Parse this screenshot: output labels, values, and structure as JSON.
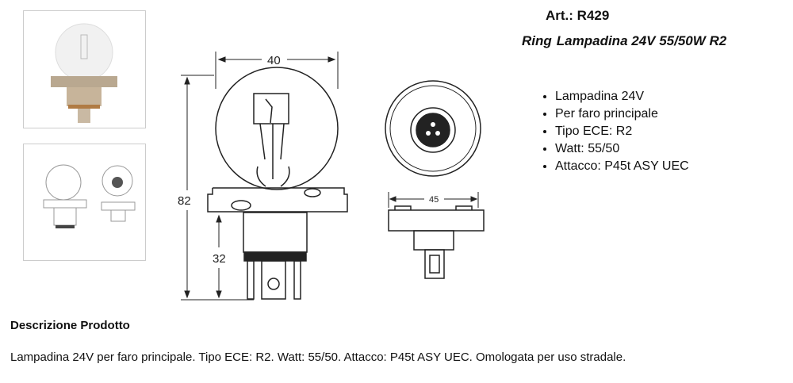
{
  "product": {
    "article_label": "Art.: R429",
    "brand": "Ring",
    "name": "Lampadina 24V 55/50W R2",
    "features": [
      "Lampadina 24V",
      "Per faro principale",
      "Tipo ECE: R2",
      "Watt: 55/50",
      "Attacco: P45t ASY UEC"
    ]
  },
  "drawing": {
    "width_label": "40",
    "height_label": "82",
    "base_label": "32",
    "flange_label": "45"
  },
  "description": {
    "heading": "Descrizione Prodotto",
    "text": "Lampadina 24V per faro principale. Tipo ECE: R2. Watt: 55/50. Attacco: P45t ASY UEC. Omologata per uso stradale."
  }
}
